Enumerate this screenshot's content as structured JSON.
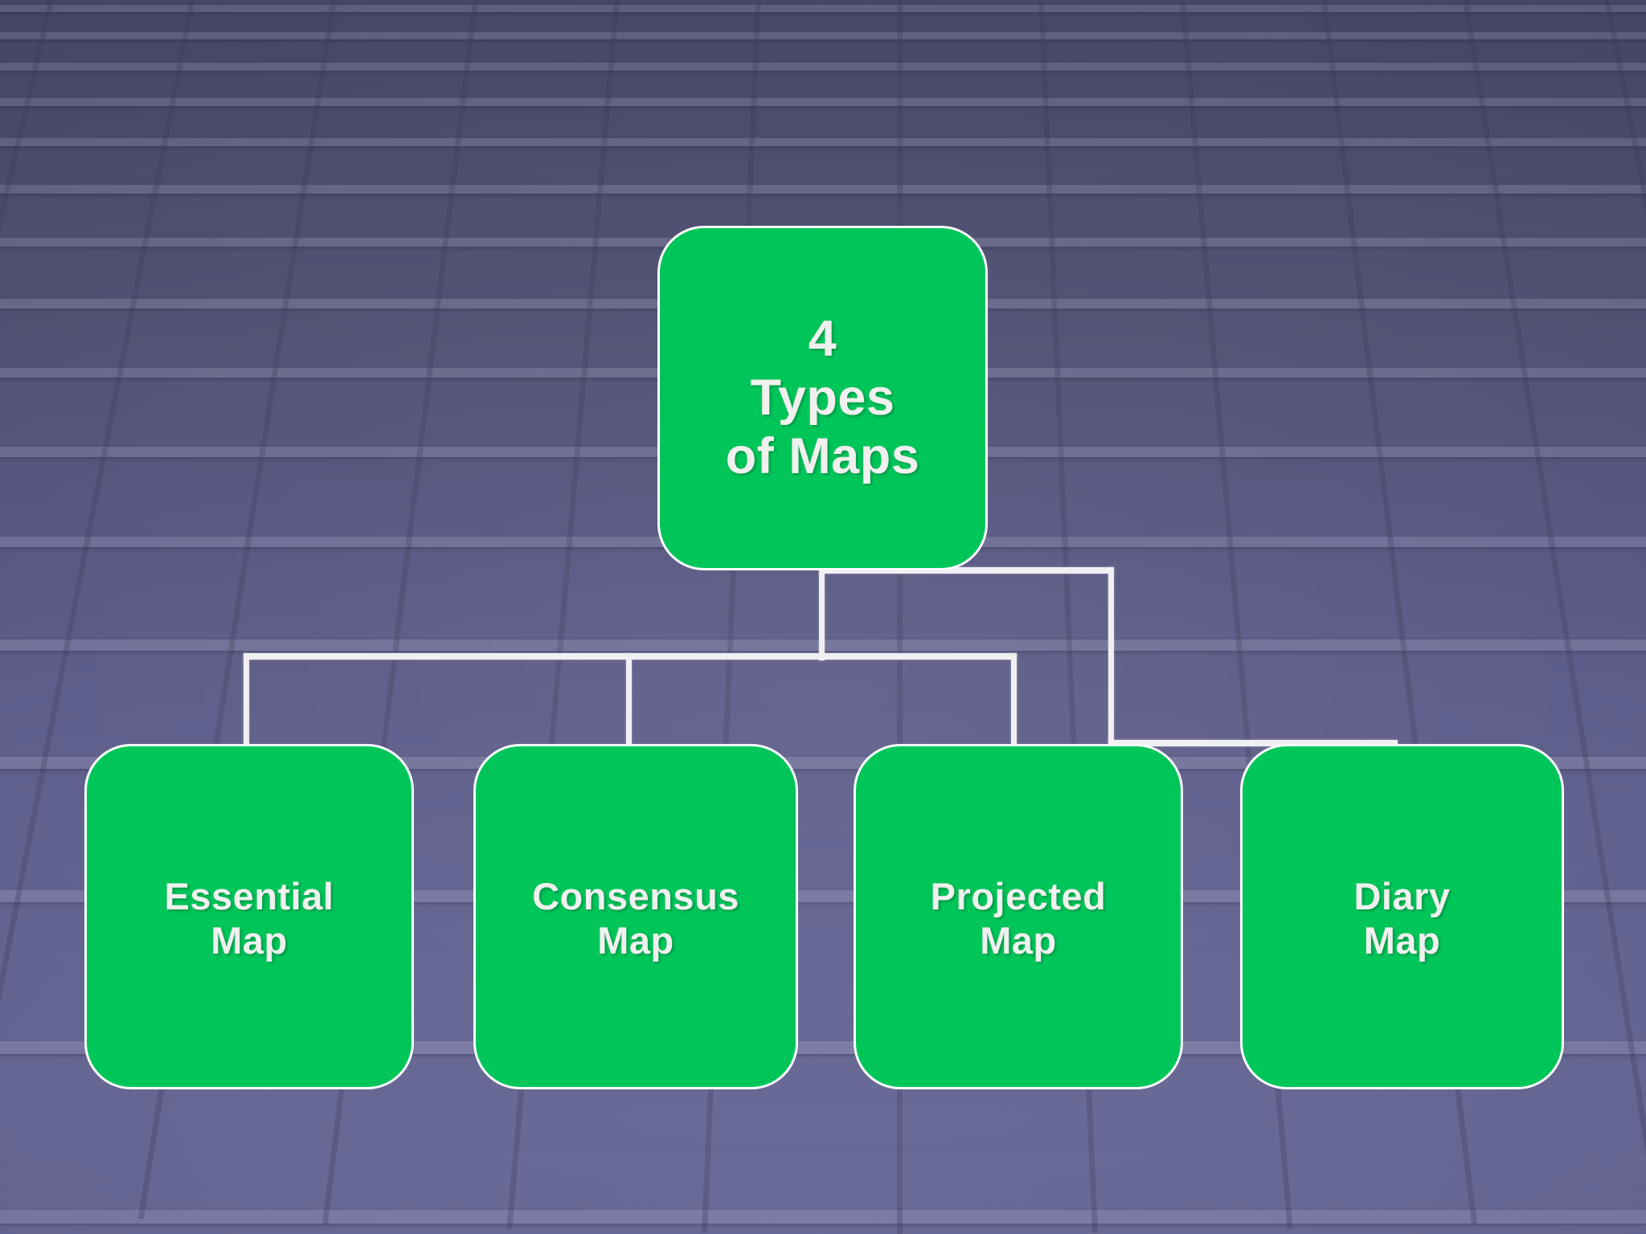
{
  "slide": {
    "title": "4 Types of Maps",
    "background_top_color": "#4a4a6b",
    "background_bottom_color": "#6b6b98",
    "node_fill_color": "#00c65a",
    "node_border_color": "#fbfbfd",
    "node_text_color": "#f0f0ee",
    "connector_color": "#f0f0f2"
  },
  "diagram": {
    "type": "org-chart",
    "root": {
      "label": "4\nTypes\nof Maps",
      "line1": "4",
      "line2": "Types",
      "line3": "of Maps"
    },
    "children": [
      {
        "label": "Essential\nMap",
        "line1": "Essential",
        "line2": "Map"
      },
      {
        "label": "Consensus\nMap",
        "line1": "Consensus",
        "line2": "Map"
      },
      {
        "label": "Projected\nMap",
        "line1": "Projected",
        "line2": "Map"
      },
      {
        "label": "Diary\nMap",
        "line1": "Diary",
        "line2": "Map"
      }
    ]
  }
}
